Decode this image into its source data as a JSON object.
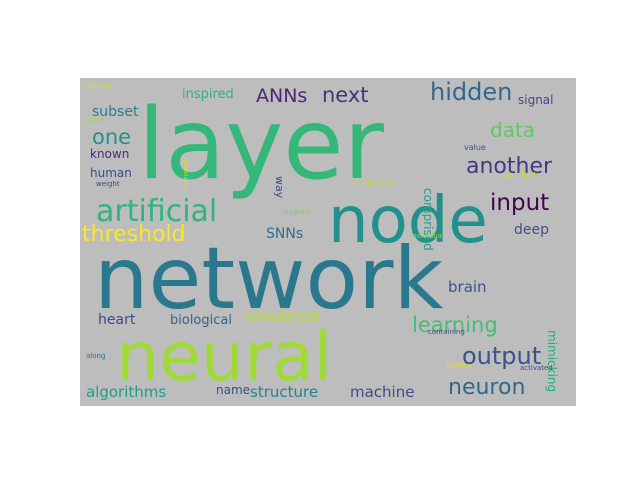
{
  "wordcloud": {
    "background": "#bdbdbd",
    "words": [
      {
        "text": "layer",
        "color": "#35b779",
        "vertical": false
      },
      {
        "text": "network",
        "color": "#2a788e",
        "vertical": false
      },
      {
        "text": "neural",
        "color": "#a0da39",
        "vertical": false
      },
      {
        "text": "node",
        "color": "#22908c",
        "vertical": false
      },
      {
        "text": "artificial",
        "color": "#2fb47c",
        "vertical": false
      },
      {
        "text": "threshold",
        "color": "#fde725",
        "vertical": false
      },
      {
        "text": "output",
        "color": "#3b528b",
        "vertical": false
      },
      {
        "text": "neuron",
        "color": "#31688e",
        "vertical": false
      },
      {
        "text": "learning",
        "color": "#44bf70",
        "vertical": false
      },
      {
        "text": "hidden",
        "color": "#31688e",
        "vertical": false
      },
      {
        "text": "another",
        "color": "#443983",
        "vertical": false
      },
      {
        "text": "input",
        "color": "#440154",
        "vertical": false
      },
      {
        "text": "data",
        "color": "#5ec962",
        "vertical": false
      },
      {
        "text": "next",
        "color": "#46327e",
        "vertical": false
      },
      {
        "text": "ANNs",
        "color": "#482878",
        "vertical": false
      },
      {
        "text": "one",
        "color": "#21918c",
        "vertical": false
      },
      {
        "text": "algorithms",
        "color": "#1f9e89",
        "vertical": false
      },
      {
        "text": "structure",
        "color": "#26828e",
        "vertical": false
      },
      {
        "text": "machine",
        "color": "#3e4a89",
        "vertical": false
      },
      {
        "text": "heart",
        "color": "#3e4989",
        "vertical": false
      },
      {
        "text": "biological",
        "color": "#355f8d",
        "vertical": false
      },
      {
        "text": "simulated",
        "color": "#b5de2b",
        "vertical": false
      },
      {
        "text": "brain",
        "color": "#3b528b",
        "vertical": false
      },
      {
        "text": "deep",
        "color": "#3b528b",
        "vertical": false
      },
      {
        "text": "SNNs",
        "color": "#2d708e",
        "vertical": false
      },
      {
        "text": "subset",
        "color": "#287d8e",
        "vertical": false
      },
      {
        "text": "known",
        "color": "#472d7b",
        "vertical": false
      },
      {
        "text": "human",
        "color": "#3e4a89",
        "vertical": false
      },
      {
        "text": "inspired",
        "color": "#2db27d",
        "vertical": false
      },
      {
        "text": "name",
        "color": "#3e4a89",
        "vertical": false
      },
      {
        "text": "signal",
        "color": "#3f4788",
        "vertical": false
      },
      {
        "text": "comprised",
        "color": "#1f9e89",
        "vertical": true
      },
      {
        "text": "mimicking",
        "color": "#25ab82",
        "vertical": true
      },
      {
        "text": "way",
        "color": "#3e4a89",
        "vertical": true
      },
      {
        "text": "value",
        "color": "#3b528b",
        "vertical": false
      },
      {
        "text": "specified",
        "color": "#c8e020",
        "vertical": false
      },
      {
        "text": "weight",
        "color": "#414487",
        "vertical": false
      },
      {
        "text": "feedforward",
        "color": "#b8de29",
        "vertical": false
      },
      {
        "text": "diagram",
        "color": "#7fd34e",
        "vertical": false
      },
      {
        "text": "individual",
        "color": "#8fd744",
        "vertical": false
      },
      {
        "text": "containing",
        "color": "#3b528b",
        "vertical": false
      },
      {
        "text": "activated",
        "color": "#3e4a89",
        "vertical": false
      },
      {
        "text": "along",
        "color": "#2c728e",
        "vertical": false
      },
      {
        "text": "nothing",
        "color": "#dde318",
        "vertical": false
      },
      {
        "text": "connects",
        "color": "#d8e219",
        "vertical": false
      },
      {
        "text": "linked",
        "color": "#a2da37",
        "vertical": false
      },
      {
        "text": "associated",
        "color": "#dde318",
        "vertical": true
      },
      {
        "text": "follows",
        "color": "#b2dd2d",
        "vertical": true
      }
    ]
  }
}
